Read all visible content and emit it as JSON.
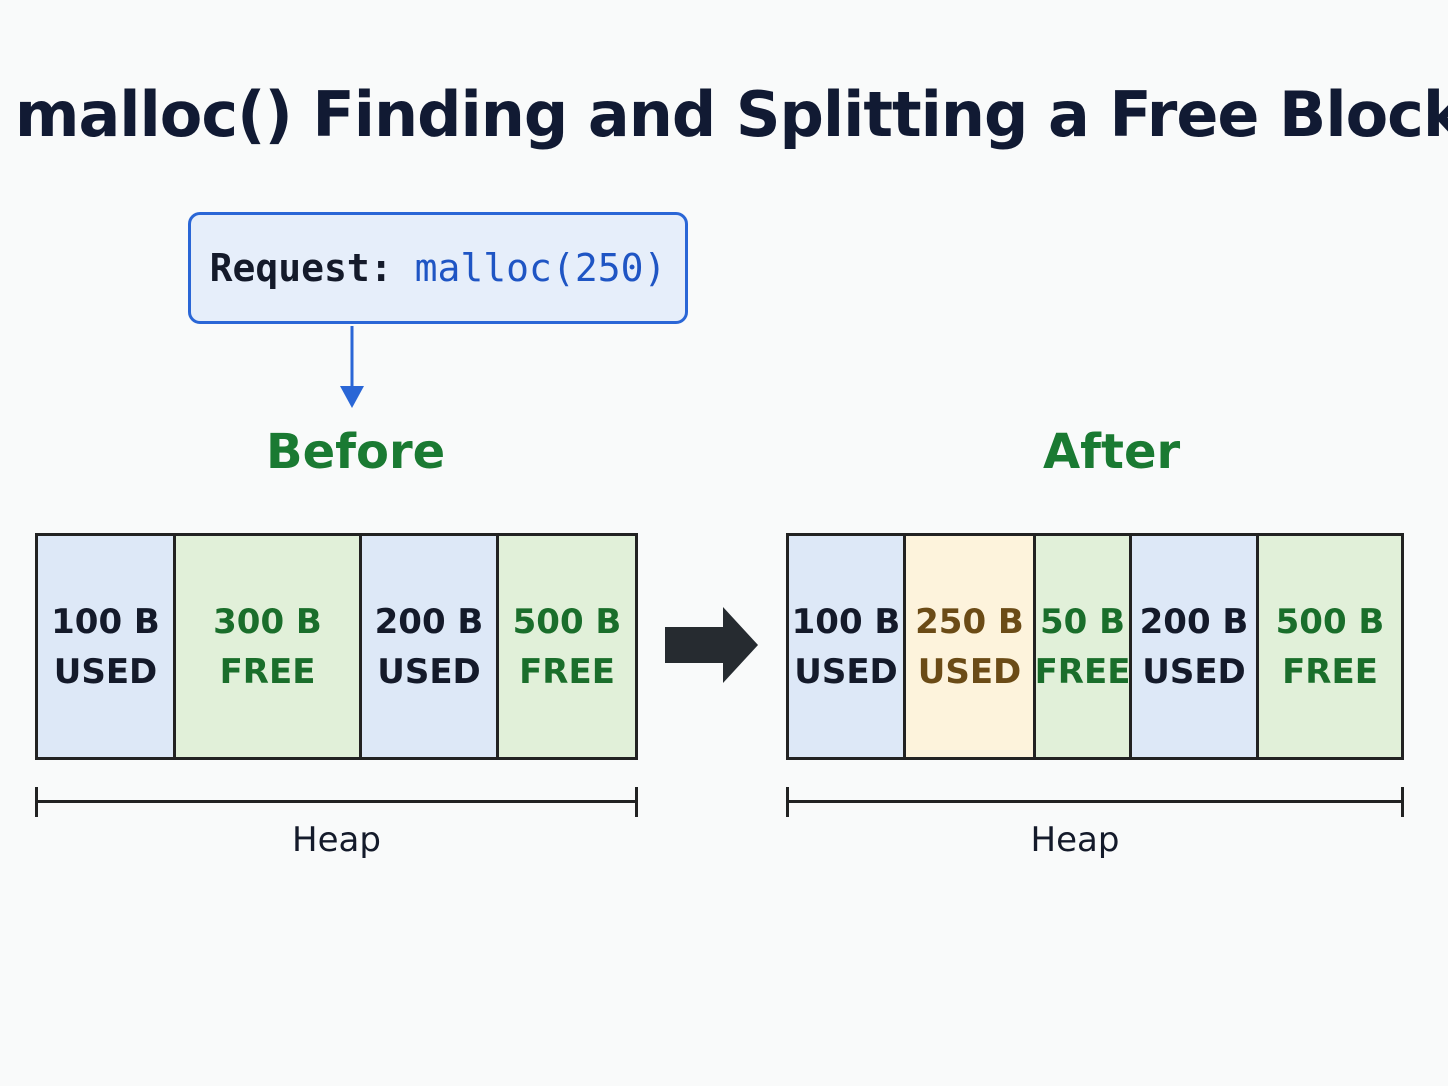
{
  "title": "malloc() Finding and Splitting a Free Block",
  "request": {
    "label": "Request:",
    "code": "malloc(250)"
  },
  "before": {
    "title": "Before",
    "blocks": [
      {
        "size": "100 B",
        "state": "USED"
      },
      {
        "size": "300 B",
        "state": "FREE"
      },
      {
        "size": "200 B",
        "state": "USED"
      },
      {
        "size": "500 B",
        "state": "FREE"
      }
    ],
    "axis_label": "Heap"
  },
  "after": {
    "title": "After",
    "blocks": [
      {
        "size": "100 B",
        "state": "USED"
      },
      {
        "size": "250 B",
        "state": "USED"
      },
      {
        "size": "50 B",
        "state": "FREE"
      },
      {
        "size": "200 B",
        "state": "USED"
      },
      {
        "size": "500 B",
        "state": "FREE"
      }
    ],
    "axis_label": "Heap"
  },
  "colors": {
    "used": "#dde8f7",
    "free": "#e1f0d9",
    "newly_allocated": "#fdf3dc",
    "accent": "#2a66d6",
    "section_title": "#1a7a32"
  },
  "icons": {
    "request_arrow": "arrow-down-icon",
    "transition_arrow": "arrow-right-icon"
  }
}
